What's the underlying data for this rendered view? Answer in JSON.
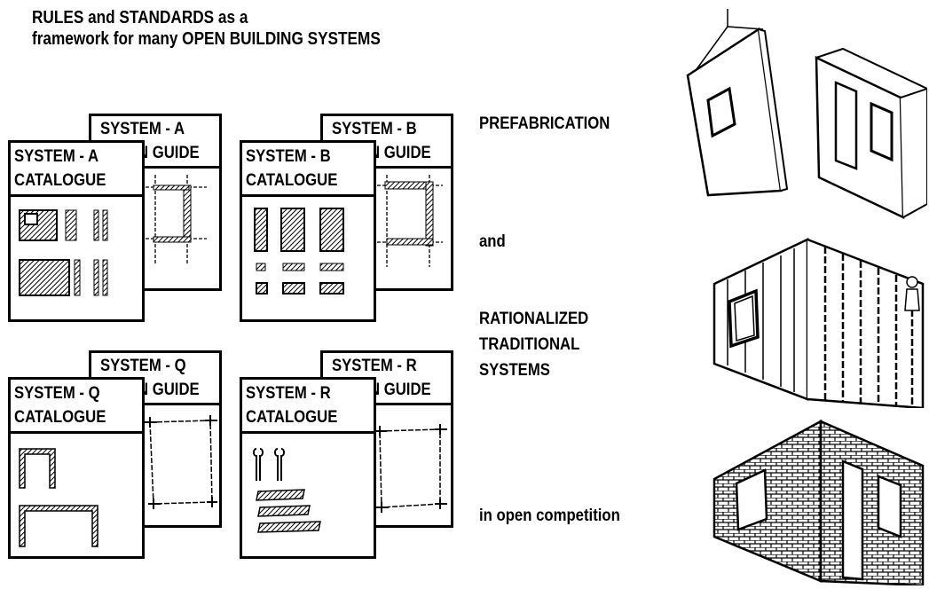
{
  "title": {
    "line1": "RULES and STANDARDS as a",
    "line2": "framework for many OPEN BUILDING SYSTEMS"
  },
  "systems": [
    {
      "guide_label": "SYSTEM - A",
      "guide_sub": "N GUIDE",
      "catalog_label": "SYSTEM - A",
      "catalog_sub": "CATALOGUE"
    },
    {
      "guide_label": "SYSTEM - B",
      "guide_sub": "N GUIDE",
      "catalog_label": "SYSTEM - B",
      "catalog_sub": "CATALOGUE"
    },
    {
      "guide_label": "SYSTEM - Q",
      "guide_sub": "N GUIDE",
      "catalog_label": "SYSTEM - Q",
      "catalog_sub": "CATALOGUE"
    },
    {
      "guide_label": "SYSTEM - R",
      "guide_sub": "N GUIDE",
      "catalog_label": "SYSTEM - R",
      "catalog_sub": "CATALOGUE"
    }
  ],
  "labels": {
    "prefab": "PREFABRICATION",
    "and": "and",
    "rational_1": "RATIONALIZED",
    "rational_2": "TRADITIONAL",
    "rational_3": "SYSTEMS",
    "competition": "in open competition"
  },
  "illustrations": [
    "prefab-wall-panels-icon",
    "timber-frame-wall-icon",
    "masonry-wall-icon"
  ]
}
